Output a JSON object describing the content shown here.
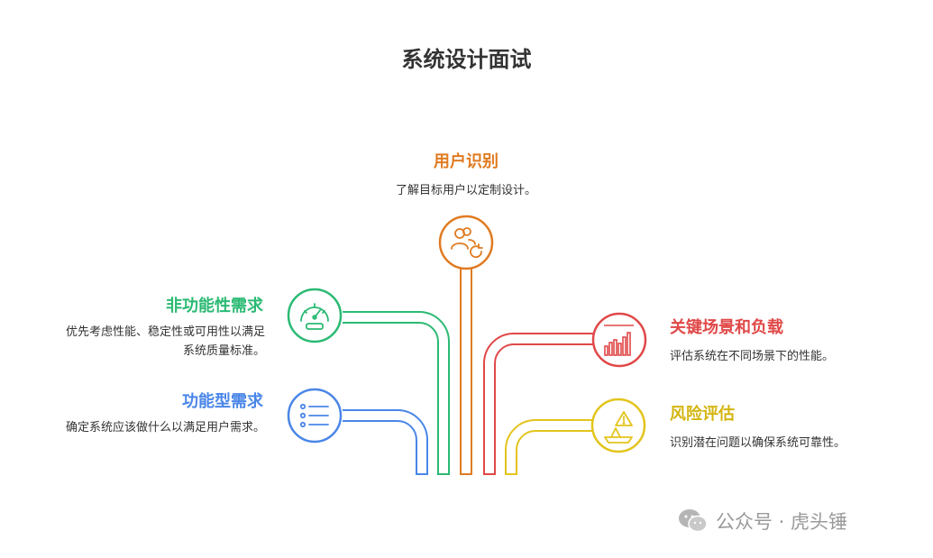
{
  "title": "系统设计面试",
  "colors": {
    "user": "#E07B22",
    "nonfunctional": "#2BBA73",
    "functional": "#4A86E8",
    "scenario": "#E04848",
    "risk": "#E3C41C"
  },
  "branches": {
    "user": {
      "heading": "用户识别",
      "description": "了解目标用户以定制设计。",
      "icon": "user-refresh-icon"
    },
    "nonfunctional": {
      "heading": "非功能性需求",
      "description": "优先考虑性能、稳定性或可用性以满足系统质量标准。",
      "icon": "speedometer-icon"
    },
    "functional": {
      "heading": "功能型需求",
      "description": "确定系统应该做什么以满足用户需求。",
      "icon": "checklist-icon"
    },
    "scenario": {
      "heading": "关键场景和负载",
      "description": "评估系统在不同场景下的性能。",
      "icon": "bar-chart-icon"
    },
    "risk": {
      "heading": "风险评估",
      "description": "识别潜在问题以确保系统可靠性。",
      "icon": "warning-ship-icon"
    }
  },
  "watermark": {
    "text": "公众号 · 虎头锤",
    "icon": "wechat-icon"
  }
}
